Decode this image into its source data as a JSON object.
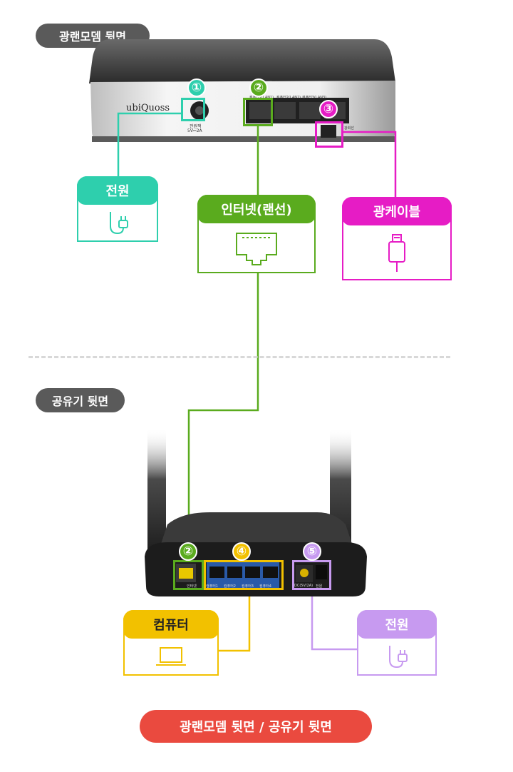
{
  "labels": {
    "modem_back": "광랜모뎀 뒷면",
    "router_back": "공유기 뒷면",
    "footer": "광랜모뎀 뒷면 / 공유기 뒷면"
  },
  "modem": {
    "brand": "ubiQuoss",
    "power_jack_label": "전원잭",
    "power_spec": "5V⎓2A",
    "lan_labels": [
      "컴퓨터1(LAN1)",
      "컴퓨터2(LAN2)",
      "컴퓨터3(LAN3)"
    ],
    "optical_label": "광회선"
  },
  "router": {
    "internet_port": "인터넷",
    "pc_ports": [
      "컴퓨터1",
      "컴퓨터2",
      "컴퓨터3",
      "컴퓨터4"
    ],
    "dc_label": "DC(5V/2A)",
    "power_switch": "전원"
  },
  "markers": [
    "①",
    "②",
    "③",
    "②",
    "④",
    "⑤"
  ],
  "boxes": {
    "power1": "전원",
    "internet": "인터넷(랜선)",
    "optical": "광케이블",
    "computer": "컴퓨터",
    "power2": "전원"
  },
  "icons": {
    "power1": "power-plug-icon",
    "internet": "ethernet-port-icon",
    "optical": "optical-cable-icon",
    "computer": "laptop-icon",
    "power2": "power-plug-icon"
  },
  "colors": {
    "power1": "#2ecfad",
    "internet": "#5aab1e",
    "optical": "#e61cc5",
    "computer": "#f2c100",
    "power2": "#c79af0",
    "pill_gray": "#5a5a5a",
    "footer_red": "#ea4a3f"
  }
}
